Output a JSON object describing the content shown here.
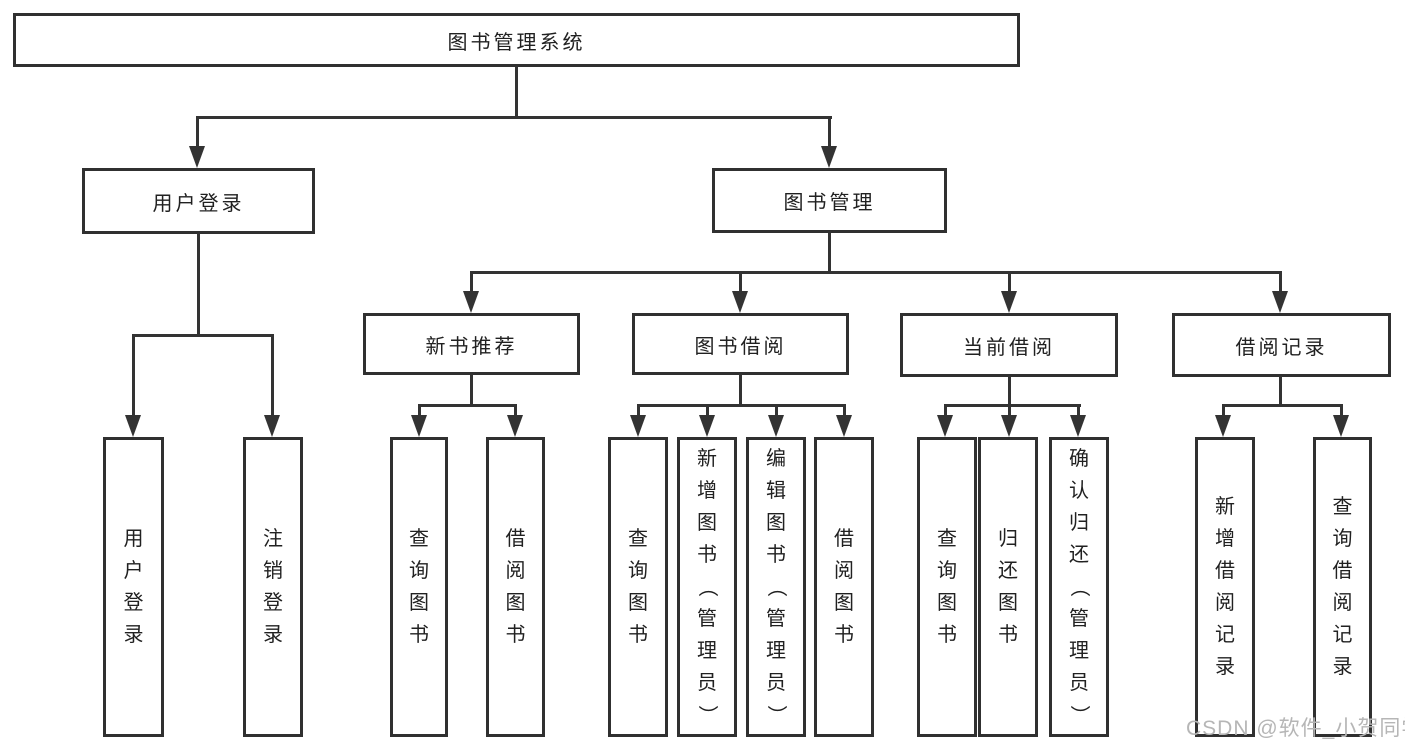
{
  "tree": {
    "root": {
      "label": "图书管理系统",
      "children": [
        {
          "label": "用户登录",
          "children": [
            {
              "label": "用户登录"
            },
            {
              "label": "注销登录"
            }
          ]
        },
        {
          "label": "图书管理",
          "children": [
            {
              "label": "新书推荐",
              "children": [
                {
                  "label": "查询图书"
                },
                {
                  "label": "借阅图书"
                }
              ]
            },
            {
              "label": "图书借阅",
              "children": [
                {
                  "label": "查询图书"
                },
                {
                  "label": "新增图书（管理员）"
                },
                {
                  "label": "编辑图书（管理员）"
                },
                {
                  "label": "借阅图书"
                }
              ]
            },
            {
              "label": "当前借阅",
              "children": [
                {
                  "label": "查询图书"
                },
                {
                  "label": "归还图书"
                },
                {
                  "label": "确认归还（管理员）"
                }
              ]
            },
            {
              "label": "借阅记录",
              "children": [
                {
                  "label": "新增借阅记录"
                },
                {
                  "label": "查询借阅记录"
                }
              ]
            }
          ]
        }
      ]
    }
  },
  "watermark": "CSDN @软件_小贺同学",
  "colors": {
    "bg": "#ffffff",
    "border": "#303030",
    "line": "#333333",
    "text": "#212121",
    "watermark": "#b6b6b6"
  }
}
